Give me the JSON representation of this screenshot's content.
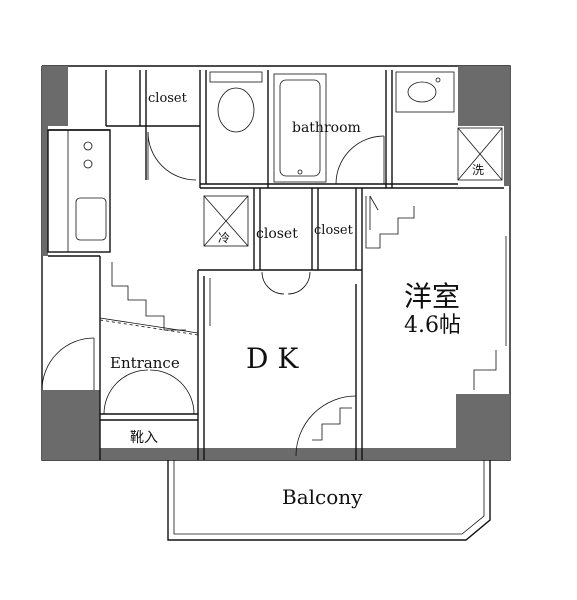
{
  "rooms": {
    "closet_top": "closet",
    "bathroom": "bathroom",
    "closet_mid": "closet",
    "closet_right": "closet",
    "western_room_name": "洋室",
    "western_room_size": "4.6帖",
    "dk": "D K",
    "entrance": "Entrance",
    "shoe_storage": "靴入",
    "balcony": "Balcony"
  },
  "fixtures": {
    "fridge_mark": "冷",
    "washer_mark": "洗"
  }
}
